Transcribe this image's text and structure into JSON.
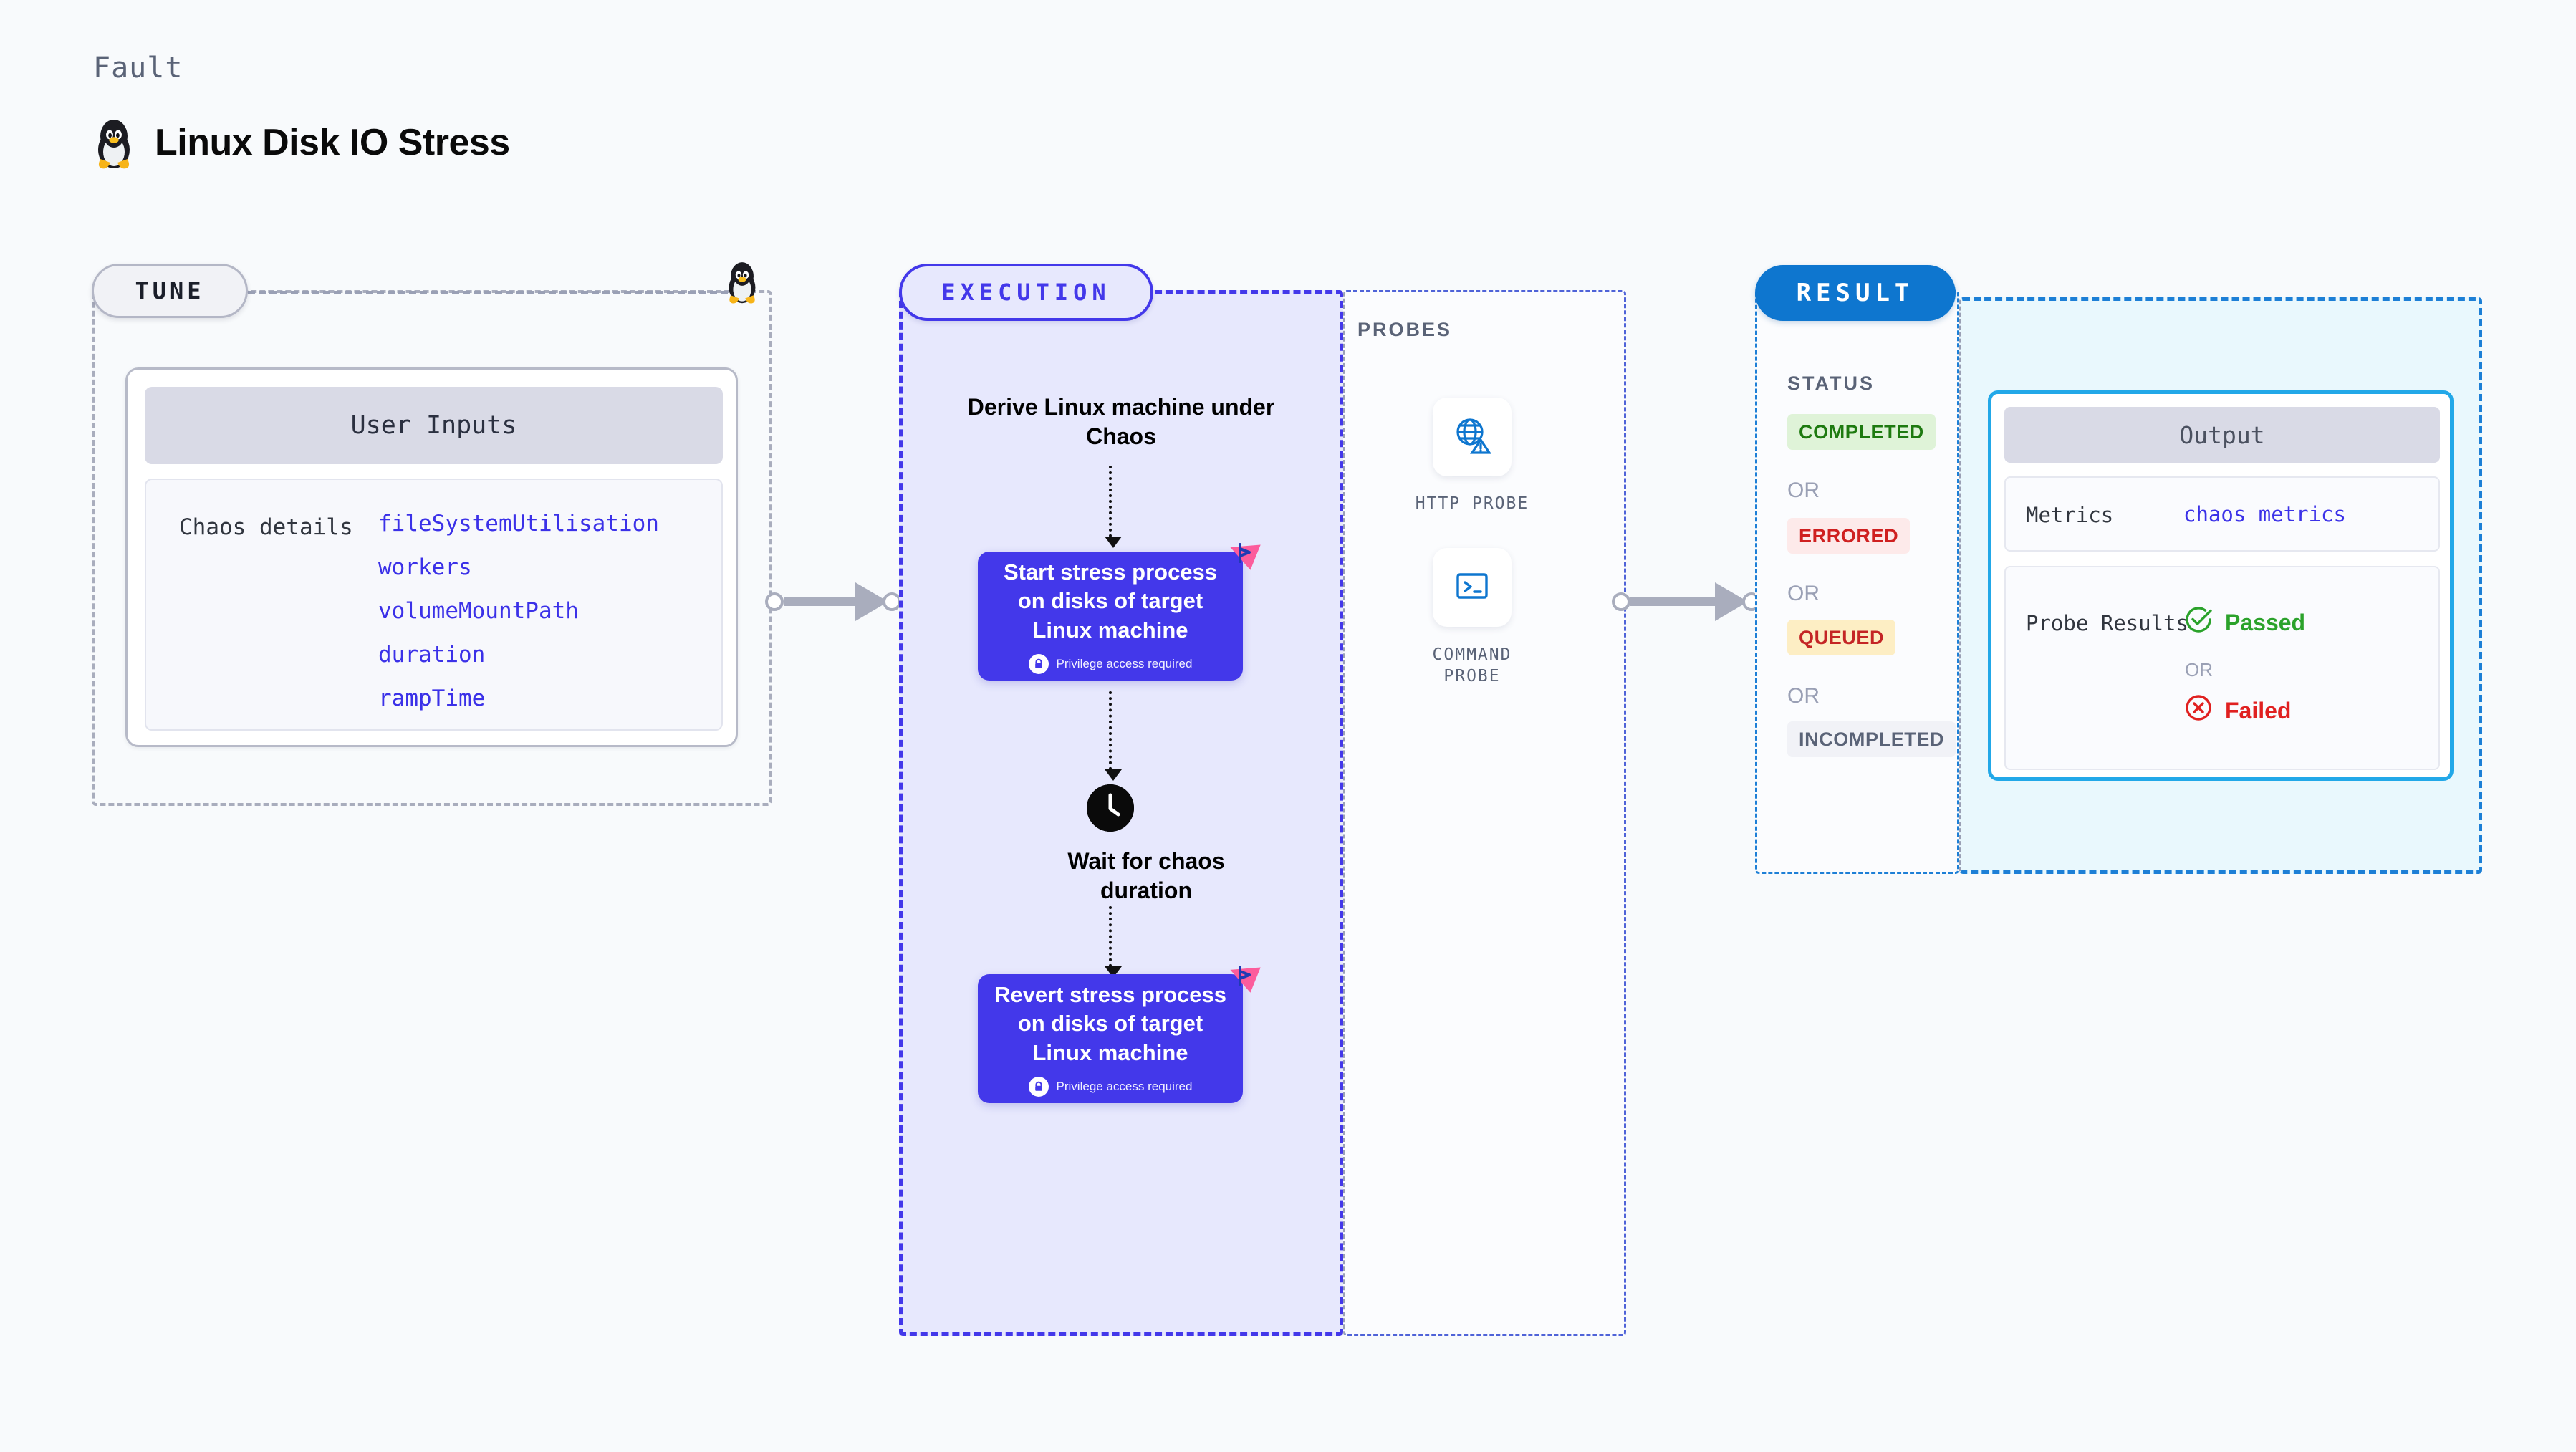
{
  "header": {
    "kicker": "Fault",
    "title": "Linux Disk IO Stress",
    "icon": "linux-penguin-icon"
  },
  "tune": {
    "pill_label": "TUNE",
    "card_header": "User Inputs",
    "section_label": "Chaos details",
    "params": [
      "fileSystemUtilisation",
      "workers",
      "volumeMountPath",
      "duration",
      "rampTime"
    ]
  },
  "execution": {
    "pill_label": "EXECUTION",
    "derive_step": "Derive Linux machine under Chaos",
    "start_node": {
      "title": "Start stress process on disks of target Linux machine",
      "privilege_note": "Privilege access required"
    },
    "wait_step": "Wait for chaos duration",
    "revert_node": {
      "title": "Revert stress process on disks of target Linux machine",
      "privilege_note": "Privilege access required"
    }
  },
  "probes": {
    "section_label": "PROBES",
    "items": [
      {
        "label": "HTTP PROBE",
        "icon": "globe-warning-icon"
      },
      {
        "label": "COMMAND PROBE",
        "icon": "terminal-icon"
      }
    ]
  },
  "result": {
    "pill_label": "RESULT",
    "status_label": "STATUS",
    "or_text": "OR",
    "statuses": [
      {
        "label": "COMPLETED",
        "bg": "#dff3d8",
        "fg": "#1e7a10"
      },
      {
        "label": "ERRORED",
        "bg": "#fdeaea",
        "fg": "#cf2020"
      },
      {
        "label": "QUEUED",
        "bg": "#fdeec4",
        "fg": "#c42525"
      },
      {
        "label": "INCOMPLETED",
        "bg": "#f1f2f7",
        "fg": "#5a6377"
      }
    ],
    "output": {
      "header": "Output",
      "metrics_key": "Metrics",
      "metrics_value": "chaos metrics",
      "probe_results_key": "Probe Results",
      "passed_label": "Passed",
      "failed_label": "Failed",
      "or_text": "OR"
    }
  },
  "colors": {
    "accent_purple": "#4338ea",
    "accent_blue": "#0e76cf",
    "accent_cyan": "#22a8e8",
    "pass_green": "#2ba22b",
    "fail_red": "#e02020",
    "flag_pink": "#fc5c9c",
    "muted": "#9aa0b5",
    "background": "#f8fafc"
  }
}
